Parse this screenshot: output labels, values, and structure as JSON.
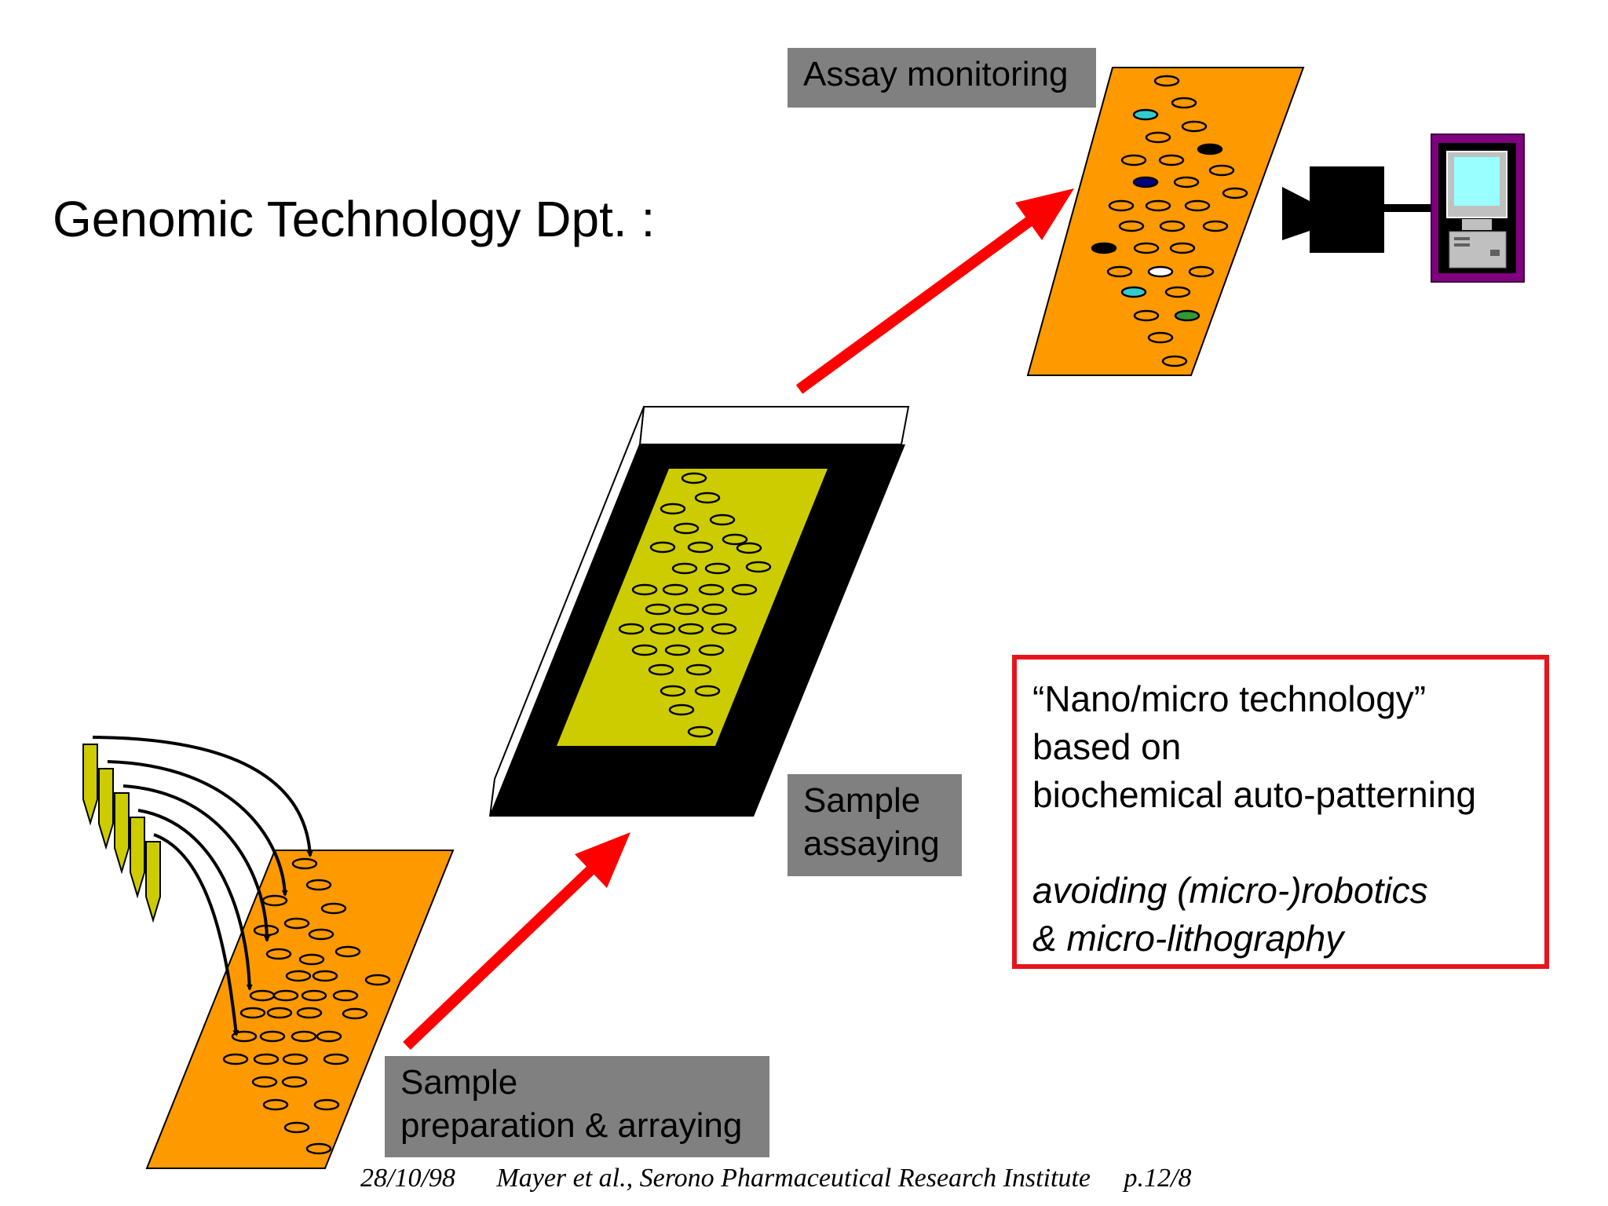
{
  "title": "Genomic Technology Dpt. :",
  "labels": {
    "assay_monitoring": "Assay monitoring",
    "sample_assaying": [
      "Sample",
      "assaying"
    ],
    "sample_prep": [
      "Sample",
      "preparation & arraying"
    ]
  },
  "info_box": {
    "lines": [
      "“Nano/micro technology”",
      "based on",
      "biochemical auto-patterning"
    ],
    "italic_lines": [
      "avoiding (micro-)robotics",
      "& micro-lithography"
    ]
  },
  "footer": {
    "date": "28/10/98",
    "source": "Mayer et al., Serono Pharmaceutical Research Institute",
    "page": "p.12/8"
  },
  "colors": {
    "orange_slide": "#ff9900",
    "chip_yellow": "#cccc00",
    "arrow_red": "#ff0000",
    "box_border_red": "#e8141b",
    "label_gray": "#808080",
    "pin_yellow": "#cccc00",
    "monitor_purple": "#800080",
    "screen_cyan": "#99ffff",
    "spot_cyan": "#33cccc",
    "spot_navy": "#000080",
    "spot_green": "#339933"
  }
}
